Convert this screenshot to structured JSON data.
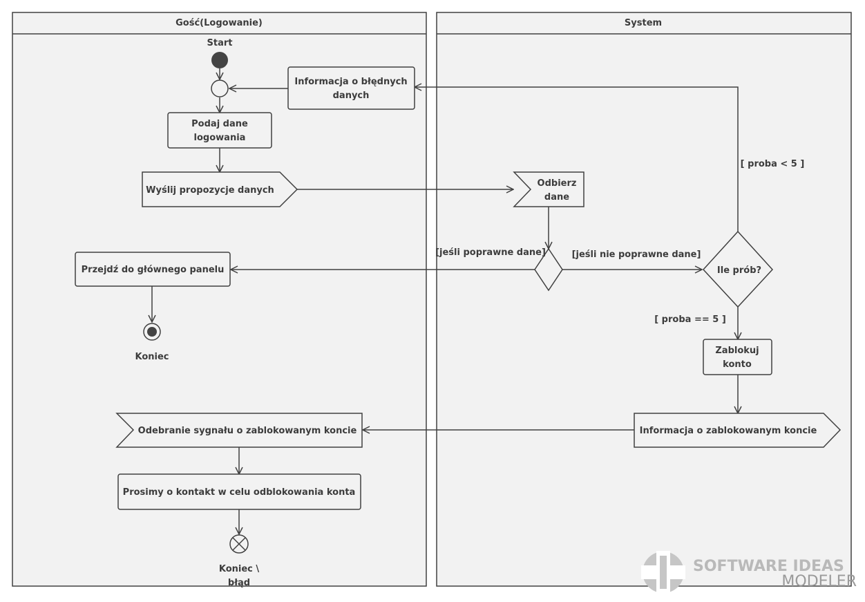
{
  "lanes": {
    "guest": "Gość(Logowanie)",
    "system": "System"
  },
  "nodes": {
    "start_label": "Start",
    "error_info": [
      "Informacja o błędnych",
      "danych"
    ],
    "enter_data": [
      "Podaj dane",
      "logowania"
    ],
    "send_data": "Wyślij propozycje danych",
    "receive_data": [
      "Odbierz",
      "dane"
    ],
    "main_panel": "Przejdź do głównego panelu",
    "end_label": "Koniec",
    "attempts_decision": "Ile prób?",
    "block_account": [
      "Zablokuj",
      "konto"
    ],
    "blocked_info": "Informacja o zablokowanym koncie",
    "receive_blocked": "Odebranie sygnału o zablokowanym koncie",
    "contact_request": "Prosimy o kontakt w celu odblokowania konta",
    "end_error_label": [
      "Koniec \\",
      "błąd"
    ]
  },
  "guards": {
    "valid": "[jeśli poprawne dane]",
    "invalid": "[jeśli nie poprawne dane]",
    "lt5": "[ proba < 5 ]",
    "eq5": "[ proba == 5 ]"
  },
  "watermark": {
    "line1": "SOFTWARE IDEAS",
    "line2": "MODELER"
  }
}
